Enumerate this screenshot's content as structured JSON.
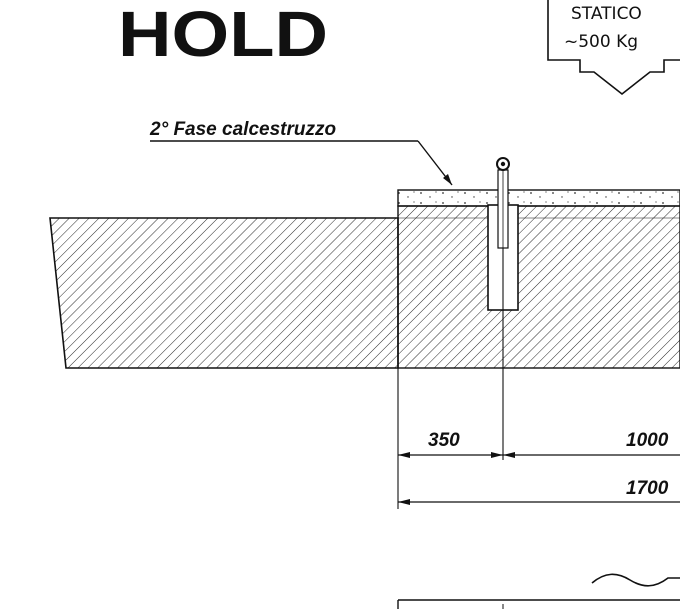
{
  "title": "HOLD",
  "load_box": {
    "line1": "STATICO",
    "line2": "~500  Kg"
  },
  "callout": "2° Fase calcestruzzo",
  "dimensions": {
    "d1": "350",
    "d2": "1000",
    "d3": "1700"
  },
  "colors": {
    "ink": "#111111",
    "background": "#ffffff"
  }
}
